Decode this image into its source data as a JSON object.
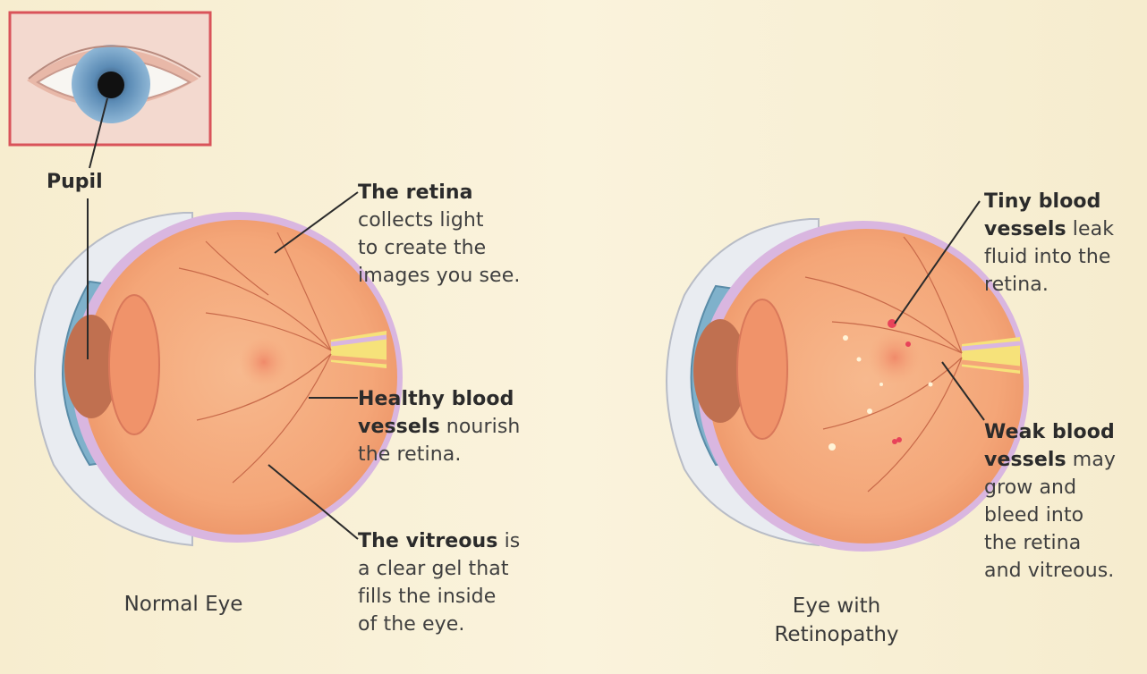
{
  "pupil_label": "Pupil",
  "normal_eye": {
    "caption": "Normal Eye",
    "retina": {
      "bold": "The retina",
      "lines": [
        "collects light",
        "to create the",
        "images you see."
      ]
    },
    "vessels": {
      "bold1": "Healthy blood",
      "bold2": "vessels",
      "rest2": " nourish",
      "line3": "the retina."
    },
    "vitreous": {
      "bold": "The vitreous",
      "rest1": " is",
      "lines": [
        "a clear gel that",
        "fills the inside",
        "of the eye."
      ]
    }
  },
  "retinopathy_eye": {
    "caption_line1": "Eye with",
    "caption_line2": "Retinopathy",
    "tiny": {
      "bold1": "Tiny blood",
      "bold2": "vessels",
      "rest2": " leak",
      "lines": [
        "fluid into the",
        "retina."
      ]
    },
    "weak": {
      "bold1": "Weak blood",
      "bold2": "vessels",
      "rest2": " may",
      "lines": [
        "grow and",
        "bleed into",
        "the retina",
        "and vitreous."
      ]
    }
  },
  "colors": {
    "background": "#f7edcf",
    "inset_border": "#d9535a",
    "iris": "#6f9fc6",
    "eyeball": "#f4a77a",
    "leader_line": "#2b2b2b"
  }
}
